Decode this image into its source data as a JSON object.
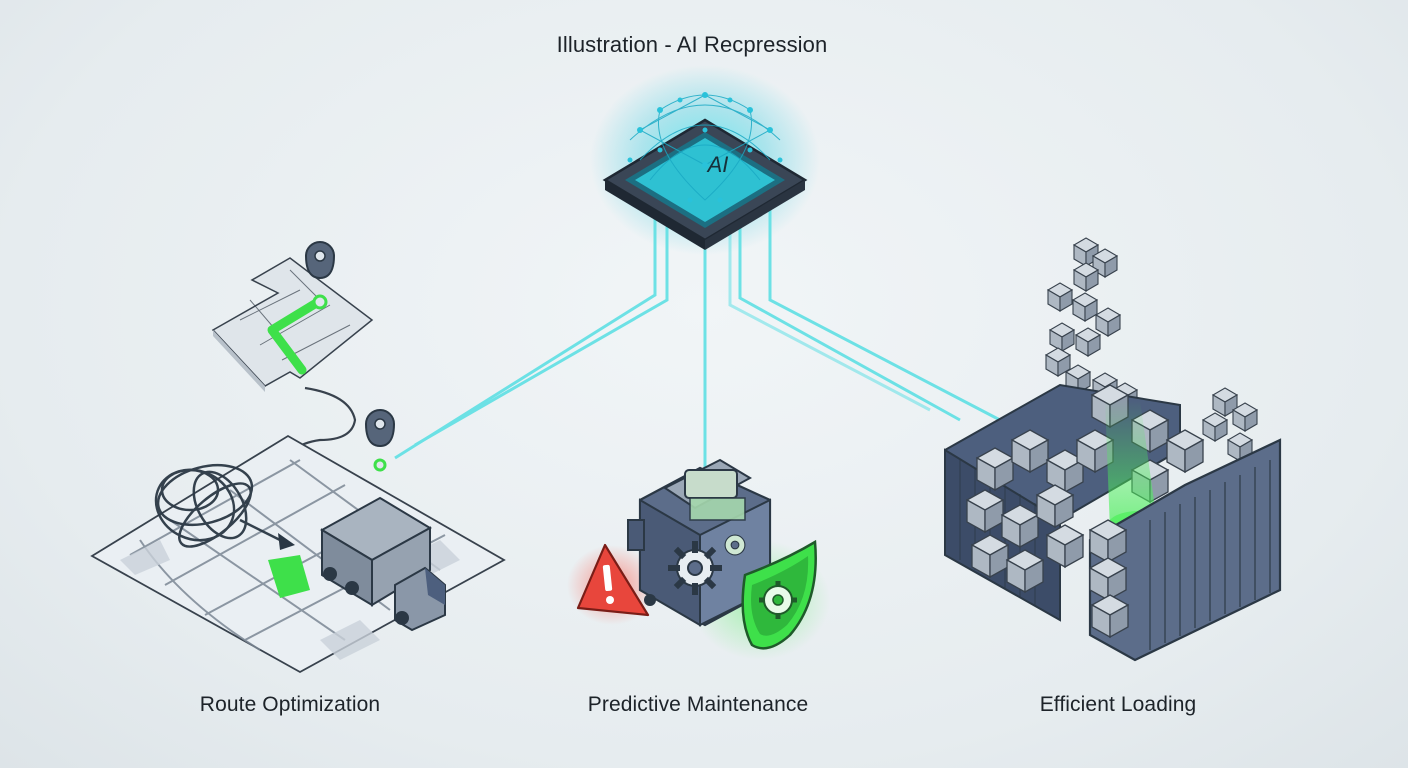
{
  "title": "Illustration - AI Recpression",
  "chip": {
    "label": "AI"
  },
  "sections": [
    {
      "label": "Route Optimization",
      "icon": "route-map-truck-icon"
    },
    {
      "label": "Predictive Maintenance",
      "icon": "engine-shield-gear-icon"
    },
    {
      "label": "Efficient Loading",
      "icon": "container-boxes-icon"
    }
  ],
  "colors": {
    "background": "#e9eef1",
    "ai_glow": "#39e6e8",
    "connector": "#5fe0e4",
    "highlight_green": "#3ee04a",
    "warning_red": "#e8463c",
    "outline": "#2b3845",
    "machine_blue": "#4d5f7e"
  }
}
